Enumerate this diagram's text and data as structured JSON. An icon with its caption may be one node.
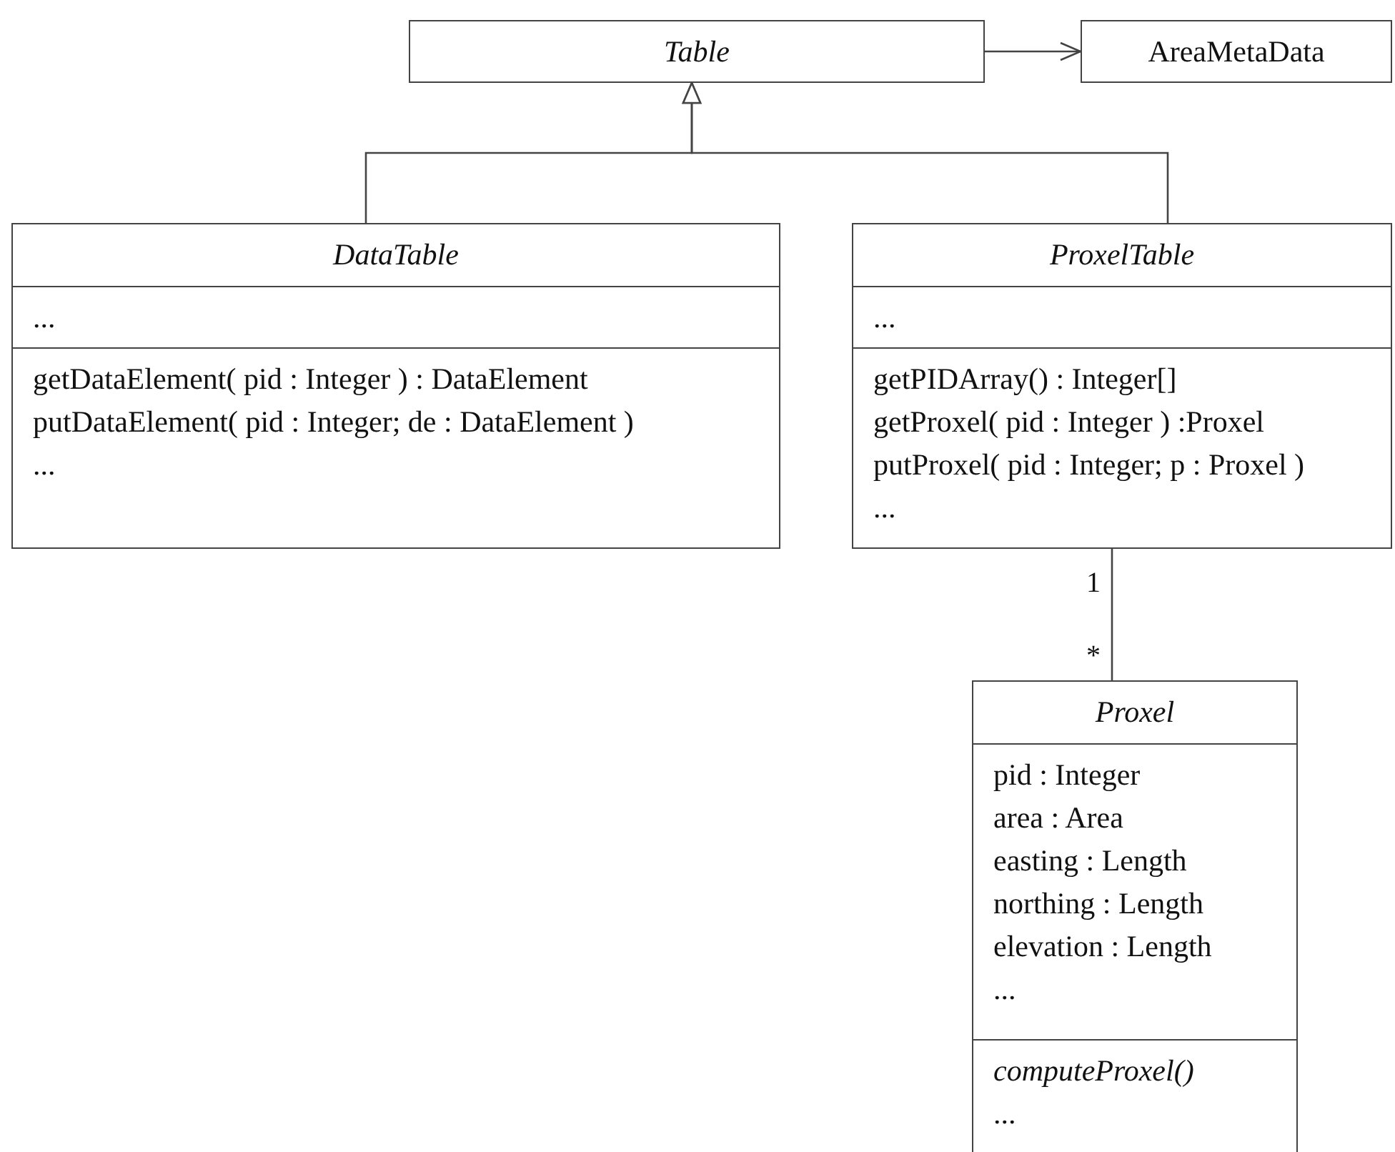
{
  "diagram": {
    "nodes": [
      {
        "text": [
          "Table"
        ]
      },
      {
        "text": [
          "AreaMetaData"
        ]
      },
      {
        "text": [
          "DataTable",
          "...",
          "getDataElement( pid : Integer ) : DataElement",
          "putDataElement( pid : Integer; de : DataElement )",
          "..."
        ]
      },
      {
        "text": [
          "ProxelTable",
          "...",
          "getPIDArray() : Integer[]",
          "getProxel( pid : Integer ) :Proxel",
          "putProxel( pid : Integer; p : Proxel )",
          "..."
        ]
      },
      {
        "text": [
          "Proxel",
          "pid : Integer",
          "area : Area",
          "easting : Length",
          "northing : Length",
          "elevation : Length",
          "...",
          "computeProxel()",
          "..."
        ]
      }
    ],
    "edges": [
      {
        "from": 0,
        "to": 1,
        "arrow": "to"
      },
      {
        "from": 2,
        "to": 0,
        "arrow": "to"
      },
      {
        "from": 3,
        "to": 0,
        "arrow": "to"
      },
      {
        "from": 3,
        "to": 4,
        "arrow": "none"
      }
    ],
    "labels": [
      "1",
      "*"
    ]
  }
}
